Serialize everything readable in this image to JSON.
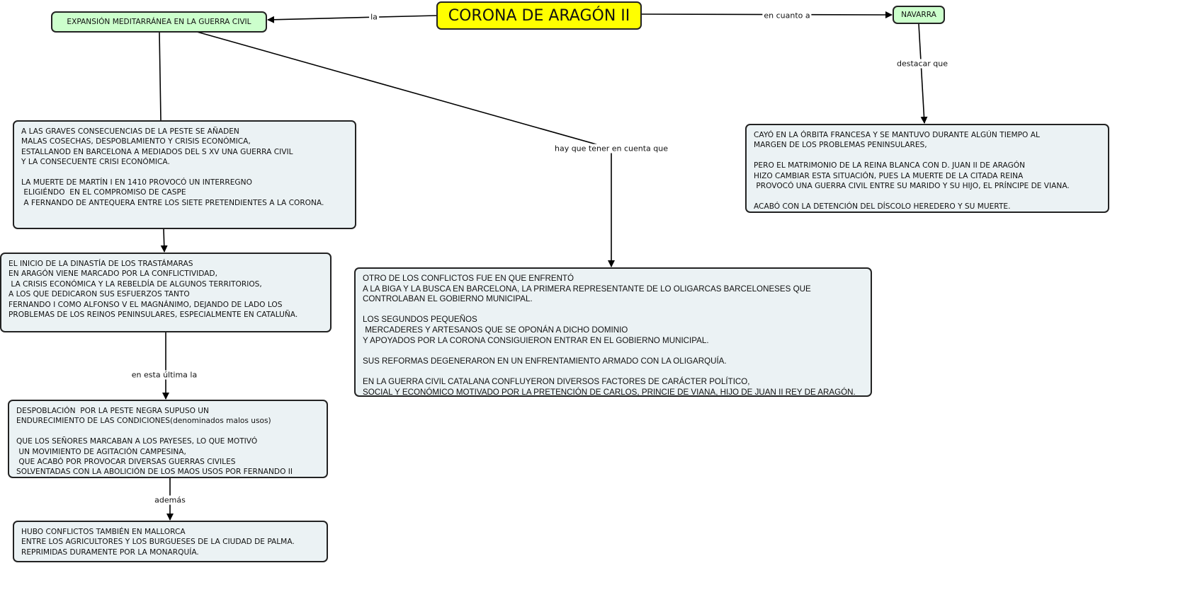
{
  "root": {
    "label": "CORONA DE ARAGÓN II"
  },
  "expansion": {
    "label": "EXPANSIÓN MEDITARRÁNEA EN LA GUERRA CIVIL"
  },
  "navarra": {
    "label": "NAVARRA"
  },
  "link_labels": {
    "la": "la",
    "en_cuanto_a": "en cuanto a",
    "destacar_que": "destacar que",
    "hay_que": "hay que tener en cuenta que",
    "en_esta_ultima": "en esta última la",
    "ademas": "además"
  },
  "concepts": {
    "peste": "A LAS GRAVES CONSECUENCIAS DE LA PESTE SE AÑADEN\nMALAS COSECHAS, DESPOBLAMIENTO Y CRISIS ECONÓMICA,\nESTALLANOD EN BARCELONA A MEDIADOS DEL S XV UNA GUERRA CIVIL\nY LA CONSECUENTE CRISI ECONÓMICA.\n\nLA MUERTE DE MARTÍN I EN 1410 PROVOCÓ UN INTERREGNO\n ELIGIÉNDO  EN EL COMPROMISO DE CASPE\n A FERNANDO DE ANTEQUERA ENTRE LOS SIETE PRETENDIENTES A LA CORONA.",
    "trastamaras": "EL INICIO DE LA DINASTÍA DE LOS TRASTÁMARAS\nEN ARAGÓN VIENE MARCADO POR LA CONFLICTIVIDAD,\n LA CRISIS ECONÓMICA Y LA REBELDÍA DE ALGUNOS TERRITORIOS,\nA LOS QUE DEDICARON SUS ESFUERZOS TANTO\nFERNANDO I COMO ALFONSO V EL MAGNÁNIMO, DEJANDO DE LADO LOS\nPROBLEMAS DE LOS REINOS PENINSULARES, ESPECIALMENTE EN CATALUÑA.",
    "despoblacion": "DESPOBLACIÓN  POR LA PESTE NEGRA SUPUSO UN\nENDURECIMIENTO DE LAS CONDICIONES(denominados malos usos)\n\nQUE LOS SEÑORES MARCABAN A LOS PAYESES, LO QUE MOTIVÓ\n UN MOVIMIENTO DE AGITACIÓN CAMPESINA,\n QUE ACABÓ POR PROVOCAR DIVERSAS GUERRAS CIVILES\nSOLVENTADAS CON LA ABOLICIÓN DE LOS MAOS USOS POR FERNANDO II",
    "mallorca": "HUBO CONFLICTOS TAMBIÉN EN MALLORCA\nENTRE LOS AGRICULTORES Y LOS BURGUESES DE LA CIUDAD DE PALMA.\nREPRIMIDAS DURAMENTE POR LA MONARQUÍA.",
    "biga_busca": "OTRO DE LOS CONFLICTOS FUE EN QUE ENFRENTÓ\nA LA BIGA Y LA BUSCA EN BARCELONA, LA PRIMERA REPRESENTANTE DE LO OLIGARCAS BARCELONESES QUE\nCONTROLABAN EL GOBIERNO MUNICIPAL.\n\nLOS SEGUNDOS PEQUEÑOS\n MERCADERES Y ARTESANOS QUE SE OPONÁN A DICHO DOMINIO\nY APOYADOS POR LA CORONA CONSIGUIERON ENTRAR EN EL GOBIERNO MUNICIPAL.\n\nSUS REFORMAS DEGENERARON EN UN ENFRENTAMIENTO ARMADO CON LA OLIGARQUÍA.\n\nEN LA GUERRA CIVIL CATALANA CONFLUYERON DIVERSOS FACTORES DE CARÁCTER POLÍTICO,\nSOCIAL Y ECONÓMICO MOTIVADO POR LA PRETENCIÓN DE CARLOS, PRINCIE DE VIANA, HIJO DE JUAN II REY DE ARAGÓN.",
    "navarra_detail": "CAYÓ EN LA ÓRBITA FRANCESA Y SE MANTUVO DURANTE ALGÚN TIEMPO AL\nMARGEN DE LOS PROBLEMAS PENINSULARES,\n\nPERO EL MATRIMONIO DE LA REINA BLANCA CON D. JUAN II DE ARAGÓN\nHIZO CAMBIAR ESTA SITUACIÓN, PUES LA MUERTE DE LA CITADA REINA\n PROVOCÓ UNA GUERRA CIVIL ENTRE SU MARIDO Y SU HIJO, EL PRÍNCIPE DE VIANA.\n\nACABÓ CON LA DETENCIÓN DEL DÍSCOLO HEREDERO Y SU MUERTE."
  },
  "colors": {
    "root": "#ffff00",
    "green": "#ccffcc",
    "concept": "#ebf2f4"
  }
}
